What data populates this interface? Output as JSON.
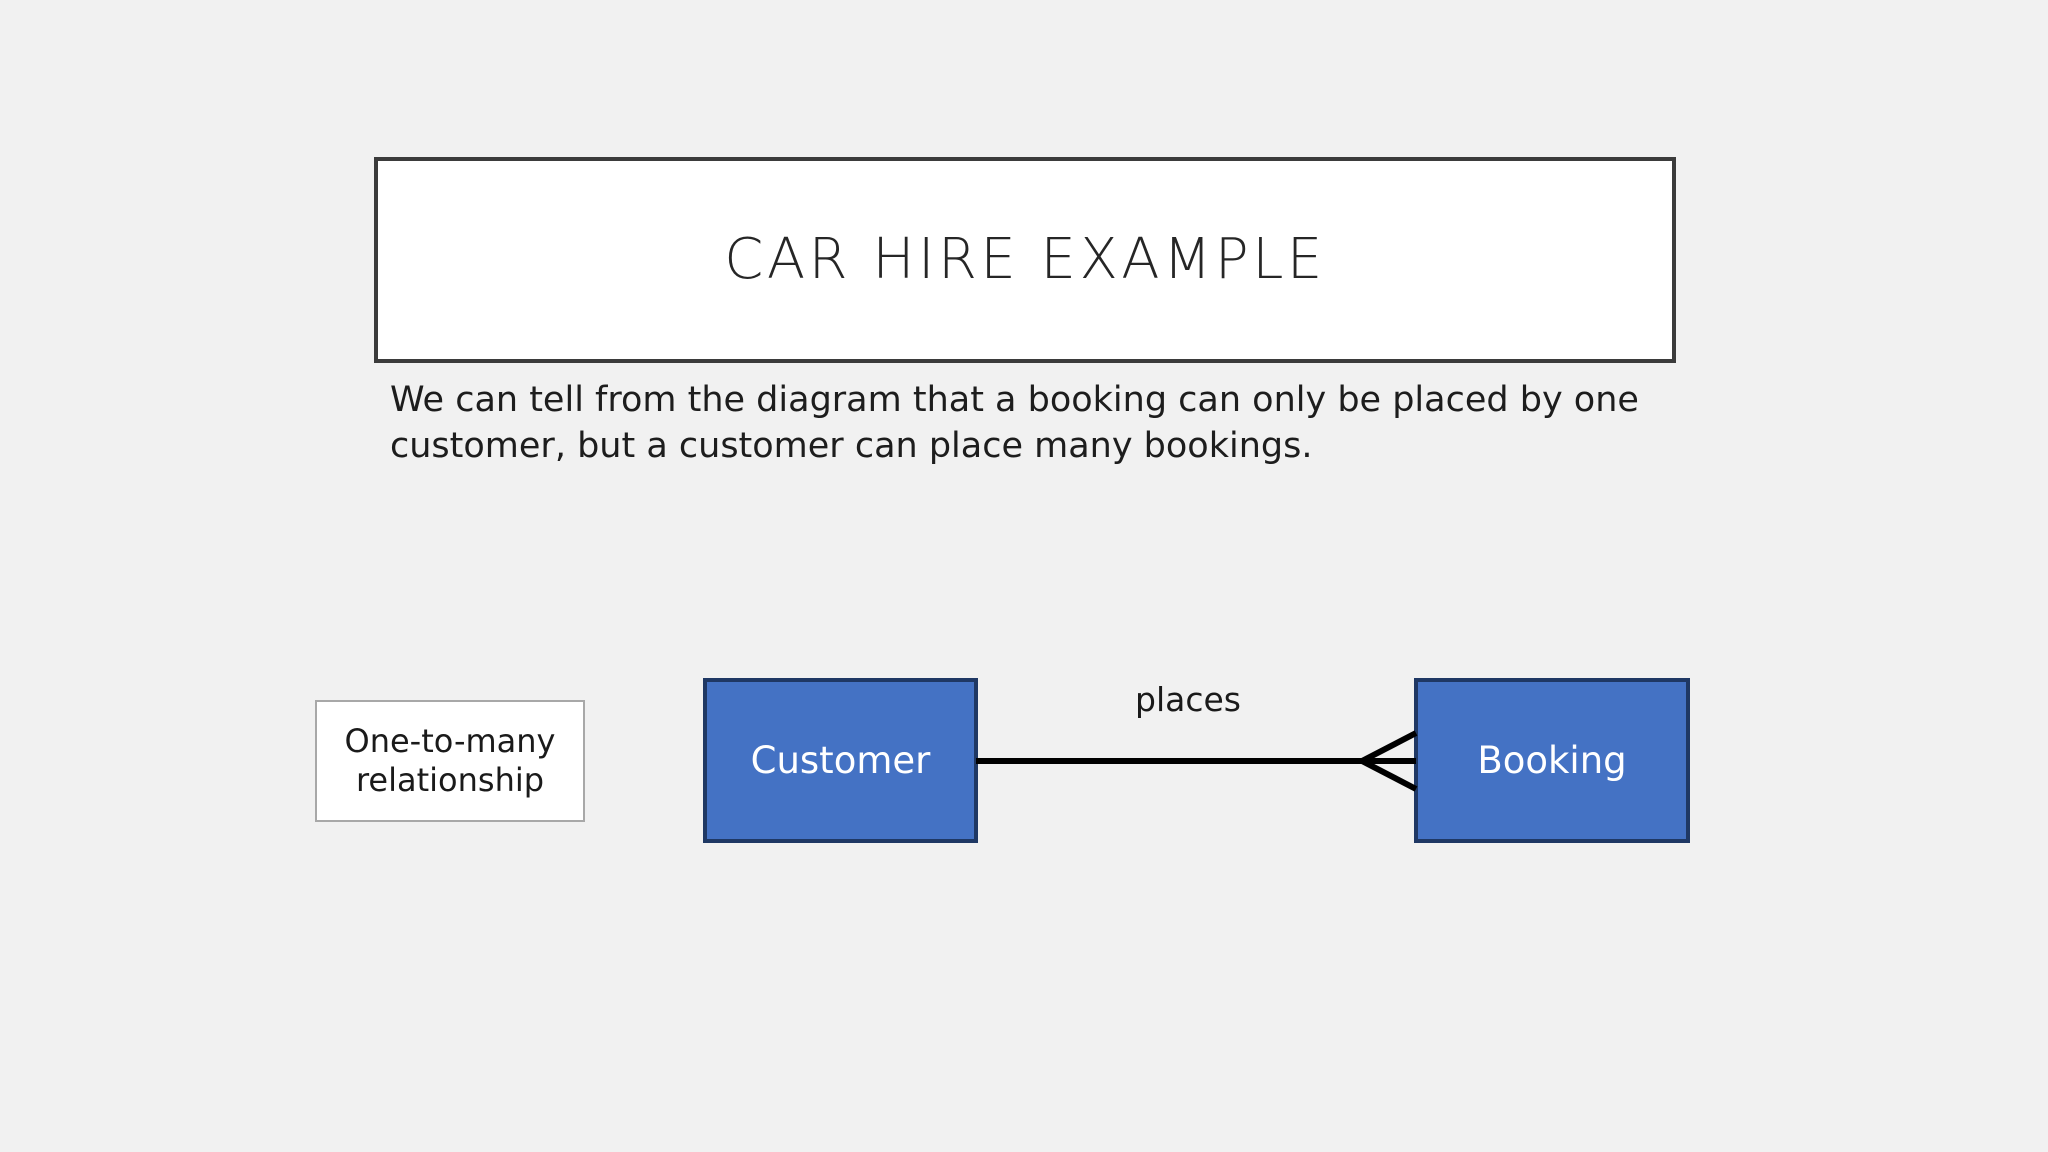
{
  "slide": {
    "background_color": "#f1f1f1"
  },
  "title": {
    "text": "CAR HIRE EXAMPLE",
    "box_fill": "#ffffff",
    "box_border_color": "#3b3b3b"
  },
  "body": {
    "text": "We can tell from the diagram that a booking can only be placed by one customer, but a customer can place many bookings."
  },
  "legend": {
    "text": "One-to-many relationship",
    "box_fill": "#ffffff",
    "box_border_color": "#a8a8a8"
  },
  "diagram": {
    "type": "entity-relationship",
    "notation": "crows-foot",
    "entity_fill": "#4472c4",
    "entity_border": "#1f3864",
    "entity_text_color": "#ffffff",
    "connector_color": "#000000",
    "entities": [
      {
        "name": "Customer",
        "cardinality": "one"
      },
      {
        "name": "Booking",
        "cardinality": "many"
      }
    ],
    "relationship": {
      "label": "places",
      "from": "Customer",
      "to": "Booking",
      "from_cardinality": "one",
      "to_cardinality": "many"
    }
  }
}
